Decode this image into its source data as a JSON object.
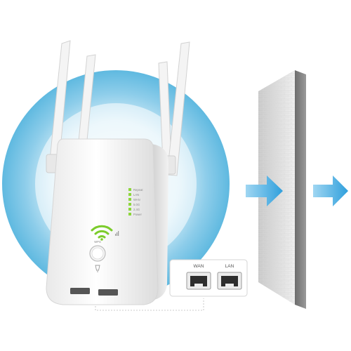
{
  "product": {
    "leds": [
      {
        "label": "Repeat",
        "color": "#8cd63a"
      },
      {
        "label": "LAN",
        "color": "#8cd63a"
      },
      {
        "label": "WAN",
        "color": "#8cd63a"
      },
      {
        "label": "5.0G",
        "color": "#8cd63a"
      },
      {
        "label": "2.4G",
        "color": "#8cd63a"
      },
      {
        "label": "Power",
        "color": "#8cd63a"
      }
    ],
    "button_caption": "WPS",
    "wifi_icon_color": "#7ccc2c"
  },
  "ports": {
    "wan_label": "WAN",
    "lan_label": "LAN"
  },
  "colors": {
    "signal_blue": "#5fb9e0",
    "arrow_blue": "#3aa6e0",
    "wall_gray": "#b9b9b9"
  }
}
